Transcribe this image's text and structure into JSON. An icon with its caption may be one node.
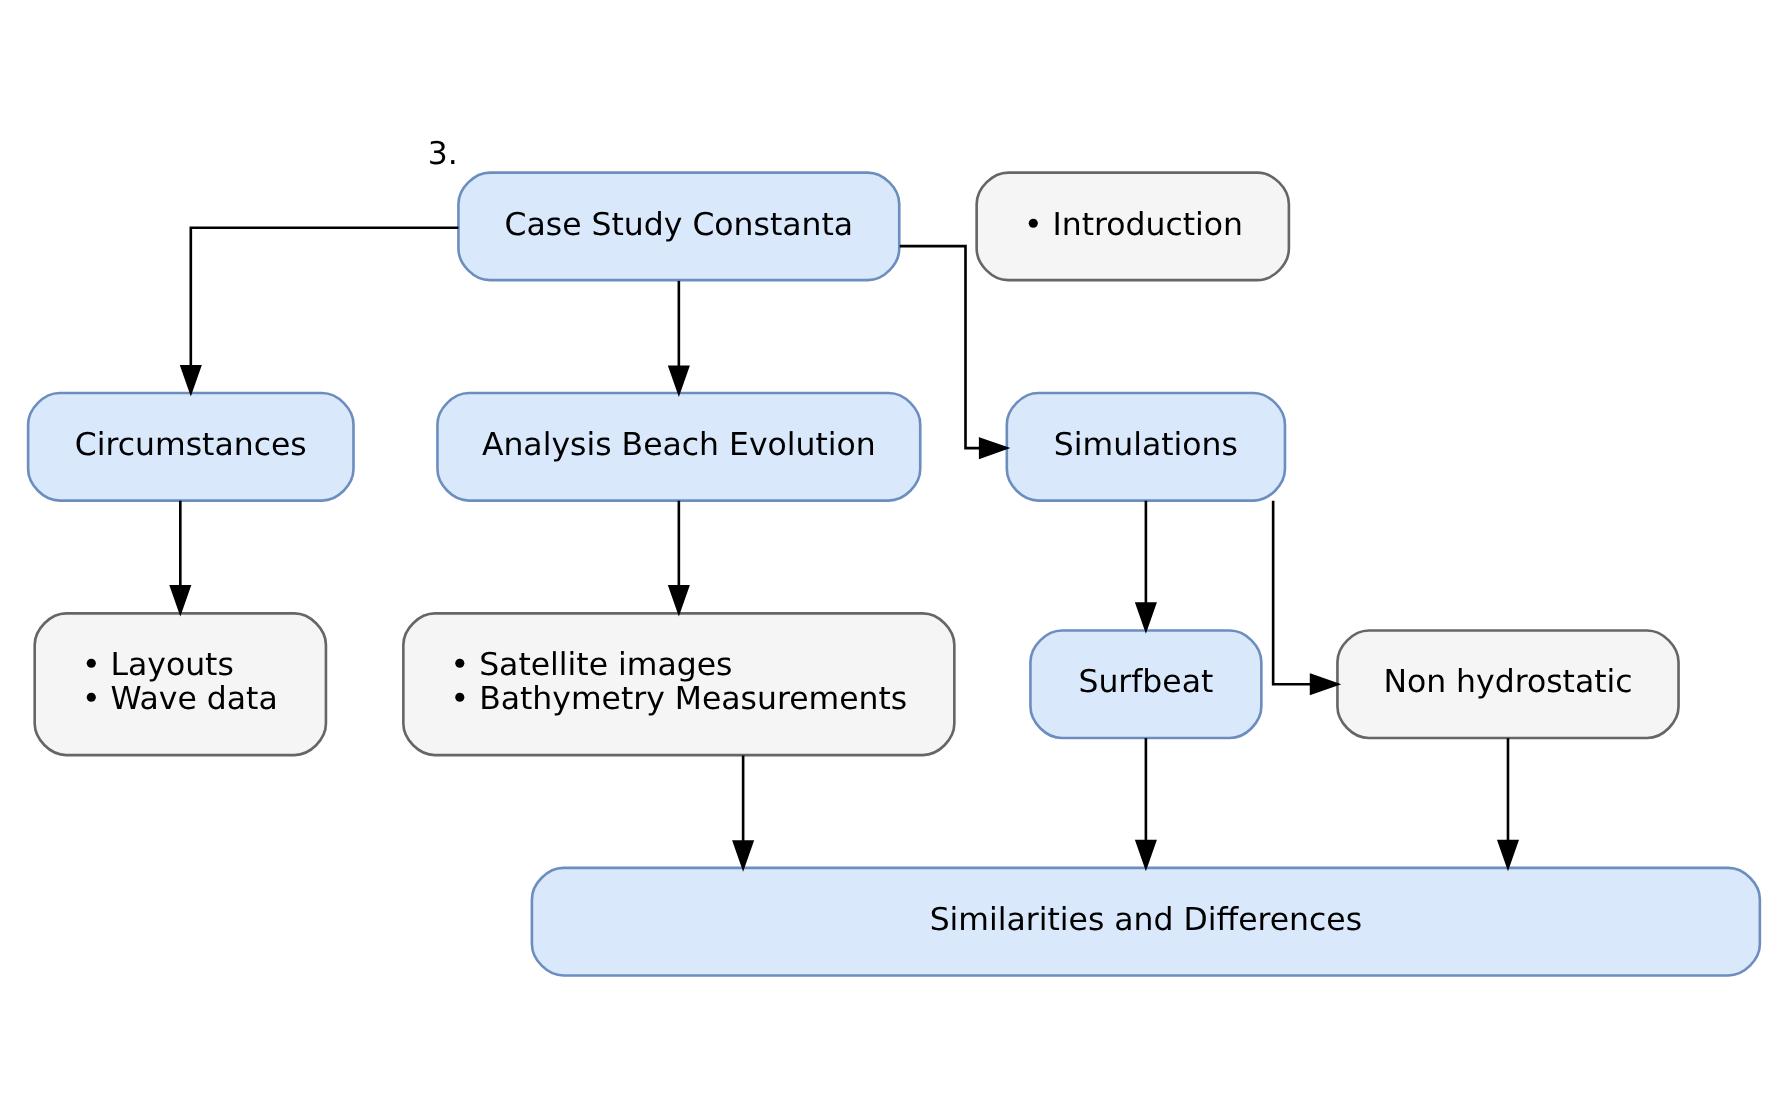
{
  "diagram": {
    "nodes": [
      {
        "text": [
          "Case Study Constanta"
        ],
        "beside": [
          "3."
        ]
      },
      {
        "text": [
          "• Introduction"
        ]
      },
      {
        "text": [
          "Circumstances"
        ]
      },
      {
        "text": [
          "Analysis Beach Evolution"
        ]
      },
      {
        "text": [
          "Simulations"
        ]
      },
      {
        "text": [
          "• Layouts",
          "• Wave data"
        ]
      },
      {
        "text": [
          "• Satellite images",
          "• Bathymetry Measurements"
        ]
      },
      {
        "text": [
          "Surfbeat"
        ]
      },
      {
        "text": [
          "Non hydrostatic"
        ]
      },
      {
        "text": [
          "Similarities and Differences"
        ]
      }
    ],
    "edges": [
      {
        "from": 0,
        "to": 2,
        "arrow": "to"
      },
      {
        "from": 0,
        "to": 3,
        "arrow": "to"
      },
      {
        "from": 0,
        "to": 4,
        "arrow": "to"
      },
      {
        "from": 2,
        "to": 5,
        "arrow": "to"
      },
      {
        "from": 3,
        "to": 6,
        "arrow": "to"
      },
      {
        "from": 4,
        "to": 7,
        "arrow": "to"
      },
      {
        "from": 4,
        "to": 8,
        "arrow": "to"
      },
      {
        "from": 6,
        "to": 9,
        "arrow": "to"
      },
      {
        "from": 7,
        "to": 9,
        "arrow": "to"
      },
      {
        "from": 8,
        "to": 9,
        "arrow": "to"
      }
    ]
  }
}
